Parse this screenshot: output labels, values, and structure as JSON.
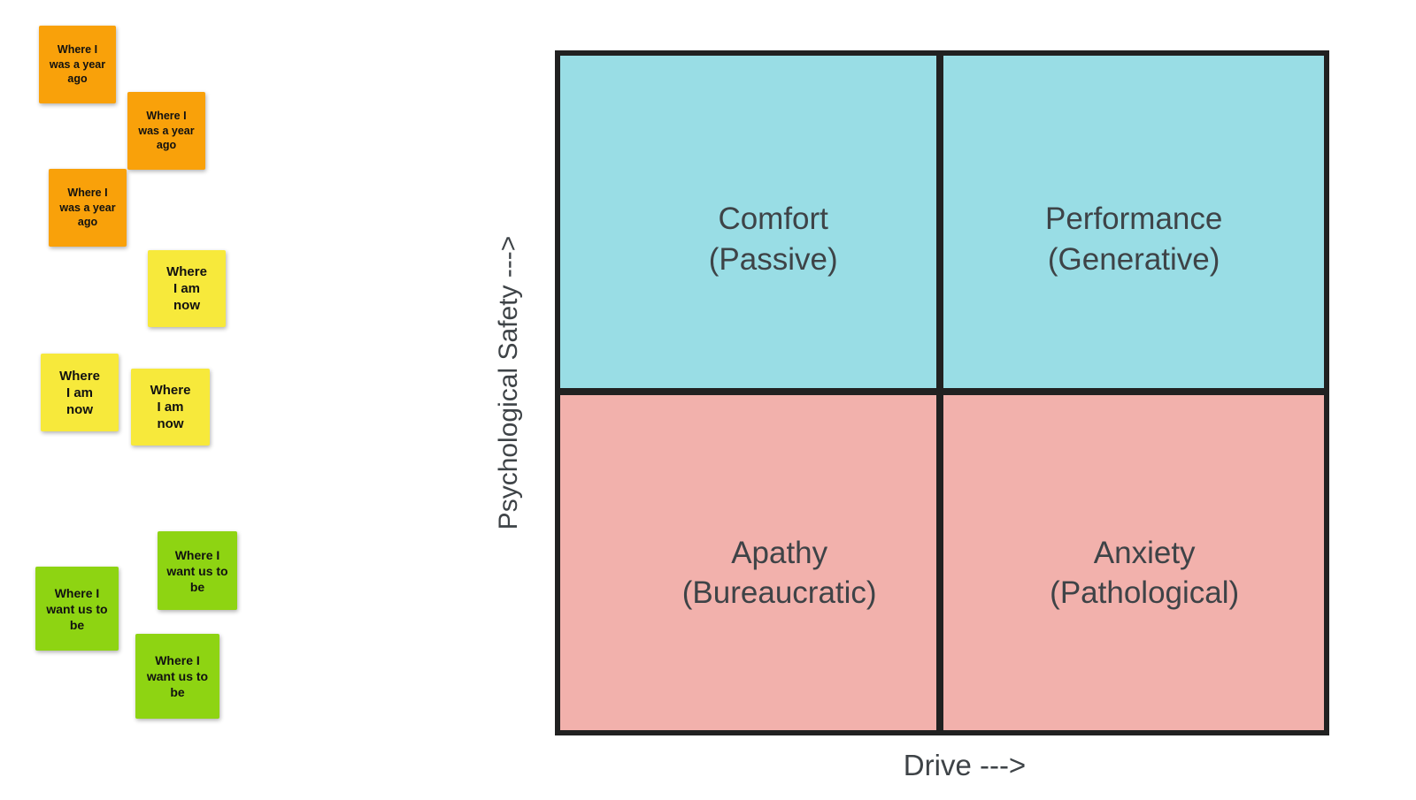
{
  "board": {
    "background_color": "#ffffff"
  },
  "sticky_colors": {
    "orange": "#F9A10A",
    "yellow": "#F7E93B",
    "green": "#8ED412"
  },
  "notes": [
    {
      "group": "past",
      "text": "Where I\nwas a year\nago",
      "color": "#F9A10A"
    },
    {
      "group": "past",
      "text": "Where I\nwas a year\nago",
      "color": "#F9A10A"
    },
    {
      "group": "past",
      "text": "Where I\nwas a year\nago",
      "color": "#F9A10A"
    },
    {
      "group": "present",
      "text": "Where\nI am\nnow",
      "color": "#F7E93B"
    },
    {
      "group": "present",
      "text": "Where\nI am\nnow",
      "color": "#F7E93B"
    },
    {
      "group": "present",
      "text": "Where\nI am\nnow",
      "color": "#F7E93B"
    },
    {
      "group": "future",
      "text": "Where I\nwant us to\nbe",
      "color": "#8ED412"
    },
    {
      "group": "future",
      "text": "Where I\nwant us to\nbe",
      "color": "#8ED412"
    },
    {
      "group": "future",
      "text": "Where I\nwant us to\nbe",
      "color": "#8ED412"
    }
  ],
  "matrix": {
    "border_color": "#212121",
    "label_color": "#3E4347",
    "quadrants": {
      "top_left": {
        "label": "Comfort\n(Passive)",
        "color": "#99DDE5"
      },
      "top_right": {
        "label": "Performance\n(Generative)",
        "color": "#99DDE5"
      },
      "bottom_left": {
        "label": "Apathy\n(Bureaucratic)",
        "color": "#F2B1AC"
      },
      "bottom_right": {
        "label": "Anxiety\n(Pathological)",
        "color": "#F2B1AC"
      }
    },
    "y_axis_label": "Psychological Safety --->",
    "x_axis_label": "Drive --->"
  }
}
